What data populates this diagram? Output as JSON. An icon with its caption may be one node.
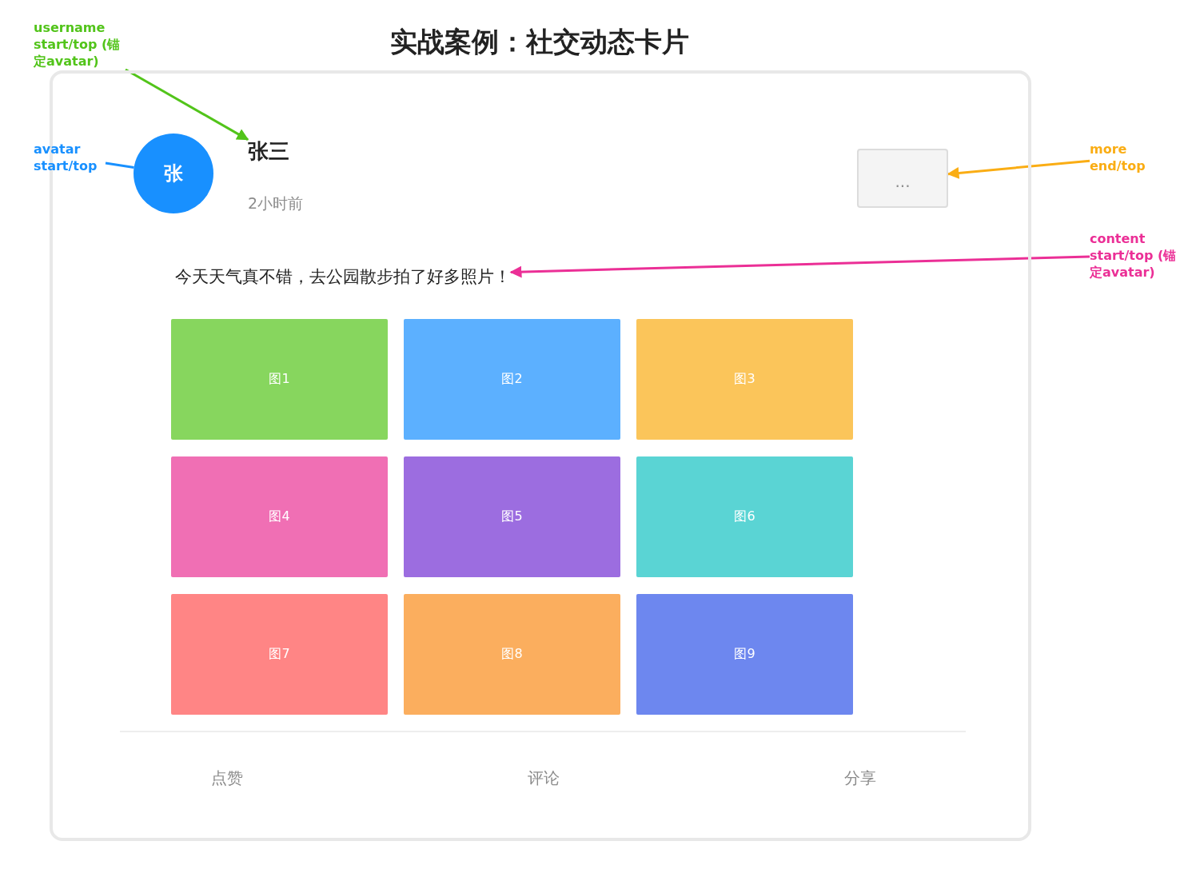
{
  "diagram": {
    "title": "实战案例：社交动态卡片",
    "nodes": [
      {
        "text": [],
        "shape": "box"
      },
      {
        "text": [
          "张"
        ],
        "in": 0
      },
      {
        "text": [
          "张三"
        ],
        "in": 0
      },
      {
        "text": [
          "2小时前"
        ],
        "in": 0
      },
      {
        "text": [
          "..."
        ],
        "in": 0
      },
      {
        "text": [
          "今天天气真不错，去公园散步拍了好多照片！"
        ],
        "in": 0
      },
      {
        "text": [
          "图1"
        ],
        "in": 0
      },
      {
        "text": [
          "图2"
        ],
        "in": 0
      },
      {
        "text": [
          "图3"
        ],
        "in": 0
      },
      {
        "text": [
          "图4"
        ],
        "in": 0
      },
      {
        "text": [
          "图5"
        ],
        "in": 0
      },
      {
        "text": [
          "图6"
        ],
        "in": 0
      },
      {
        "text": [
          "图7"
        ],
        "in": 0
      },
      {
        "text": [
          "图8"
        ],
        "in": 0
      },
      {
        "text": [
          "图9"
        ],
        "in": 0
      },
      {
        "text": [
          "点赞"
        ],
        "in": 0
      },
      {
        "text": [
          "评论"
        ],
        "in": 0
      },
      {
        "text": [
          "分享"
        ],
        "in": 0
      },
      {
        "text": [
          "username start/top (锚定avatar)"
        ]
      },
      {
        "text": [
          "avatar start/top"
        ]
      },
      {
        "text": [
          "more end/top"
        ]
      },
      {
        "text": [
          "content start/top (锚定avatar)"
        ]
      }
    ],
    "edges": [
      {
        "from": 18,
        "to": 2,
        "arrow": "to",
        "color": "#52c41a"
      },
      {
        "from": 19,
        "to": 1,
        "arrow": "none",
        "color": "#1890ff"
      },
      {
        "from": 20,
        "to": 4,
        "arrow": "to",
        "color": "#faad14"
      },
      {
        "from": 21,
        "to": 5,
        "arrow": "to",
        "color": "#eb2f96"
      }
    ]
  }
}
